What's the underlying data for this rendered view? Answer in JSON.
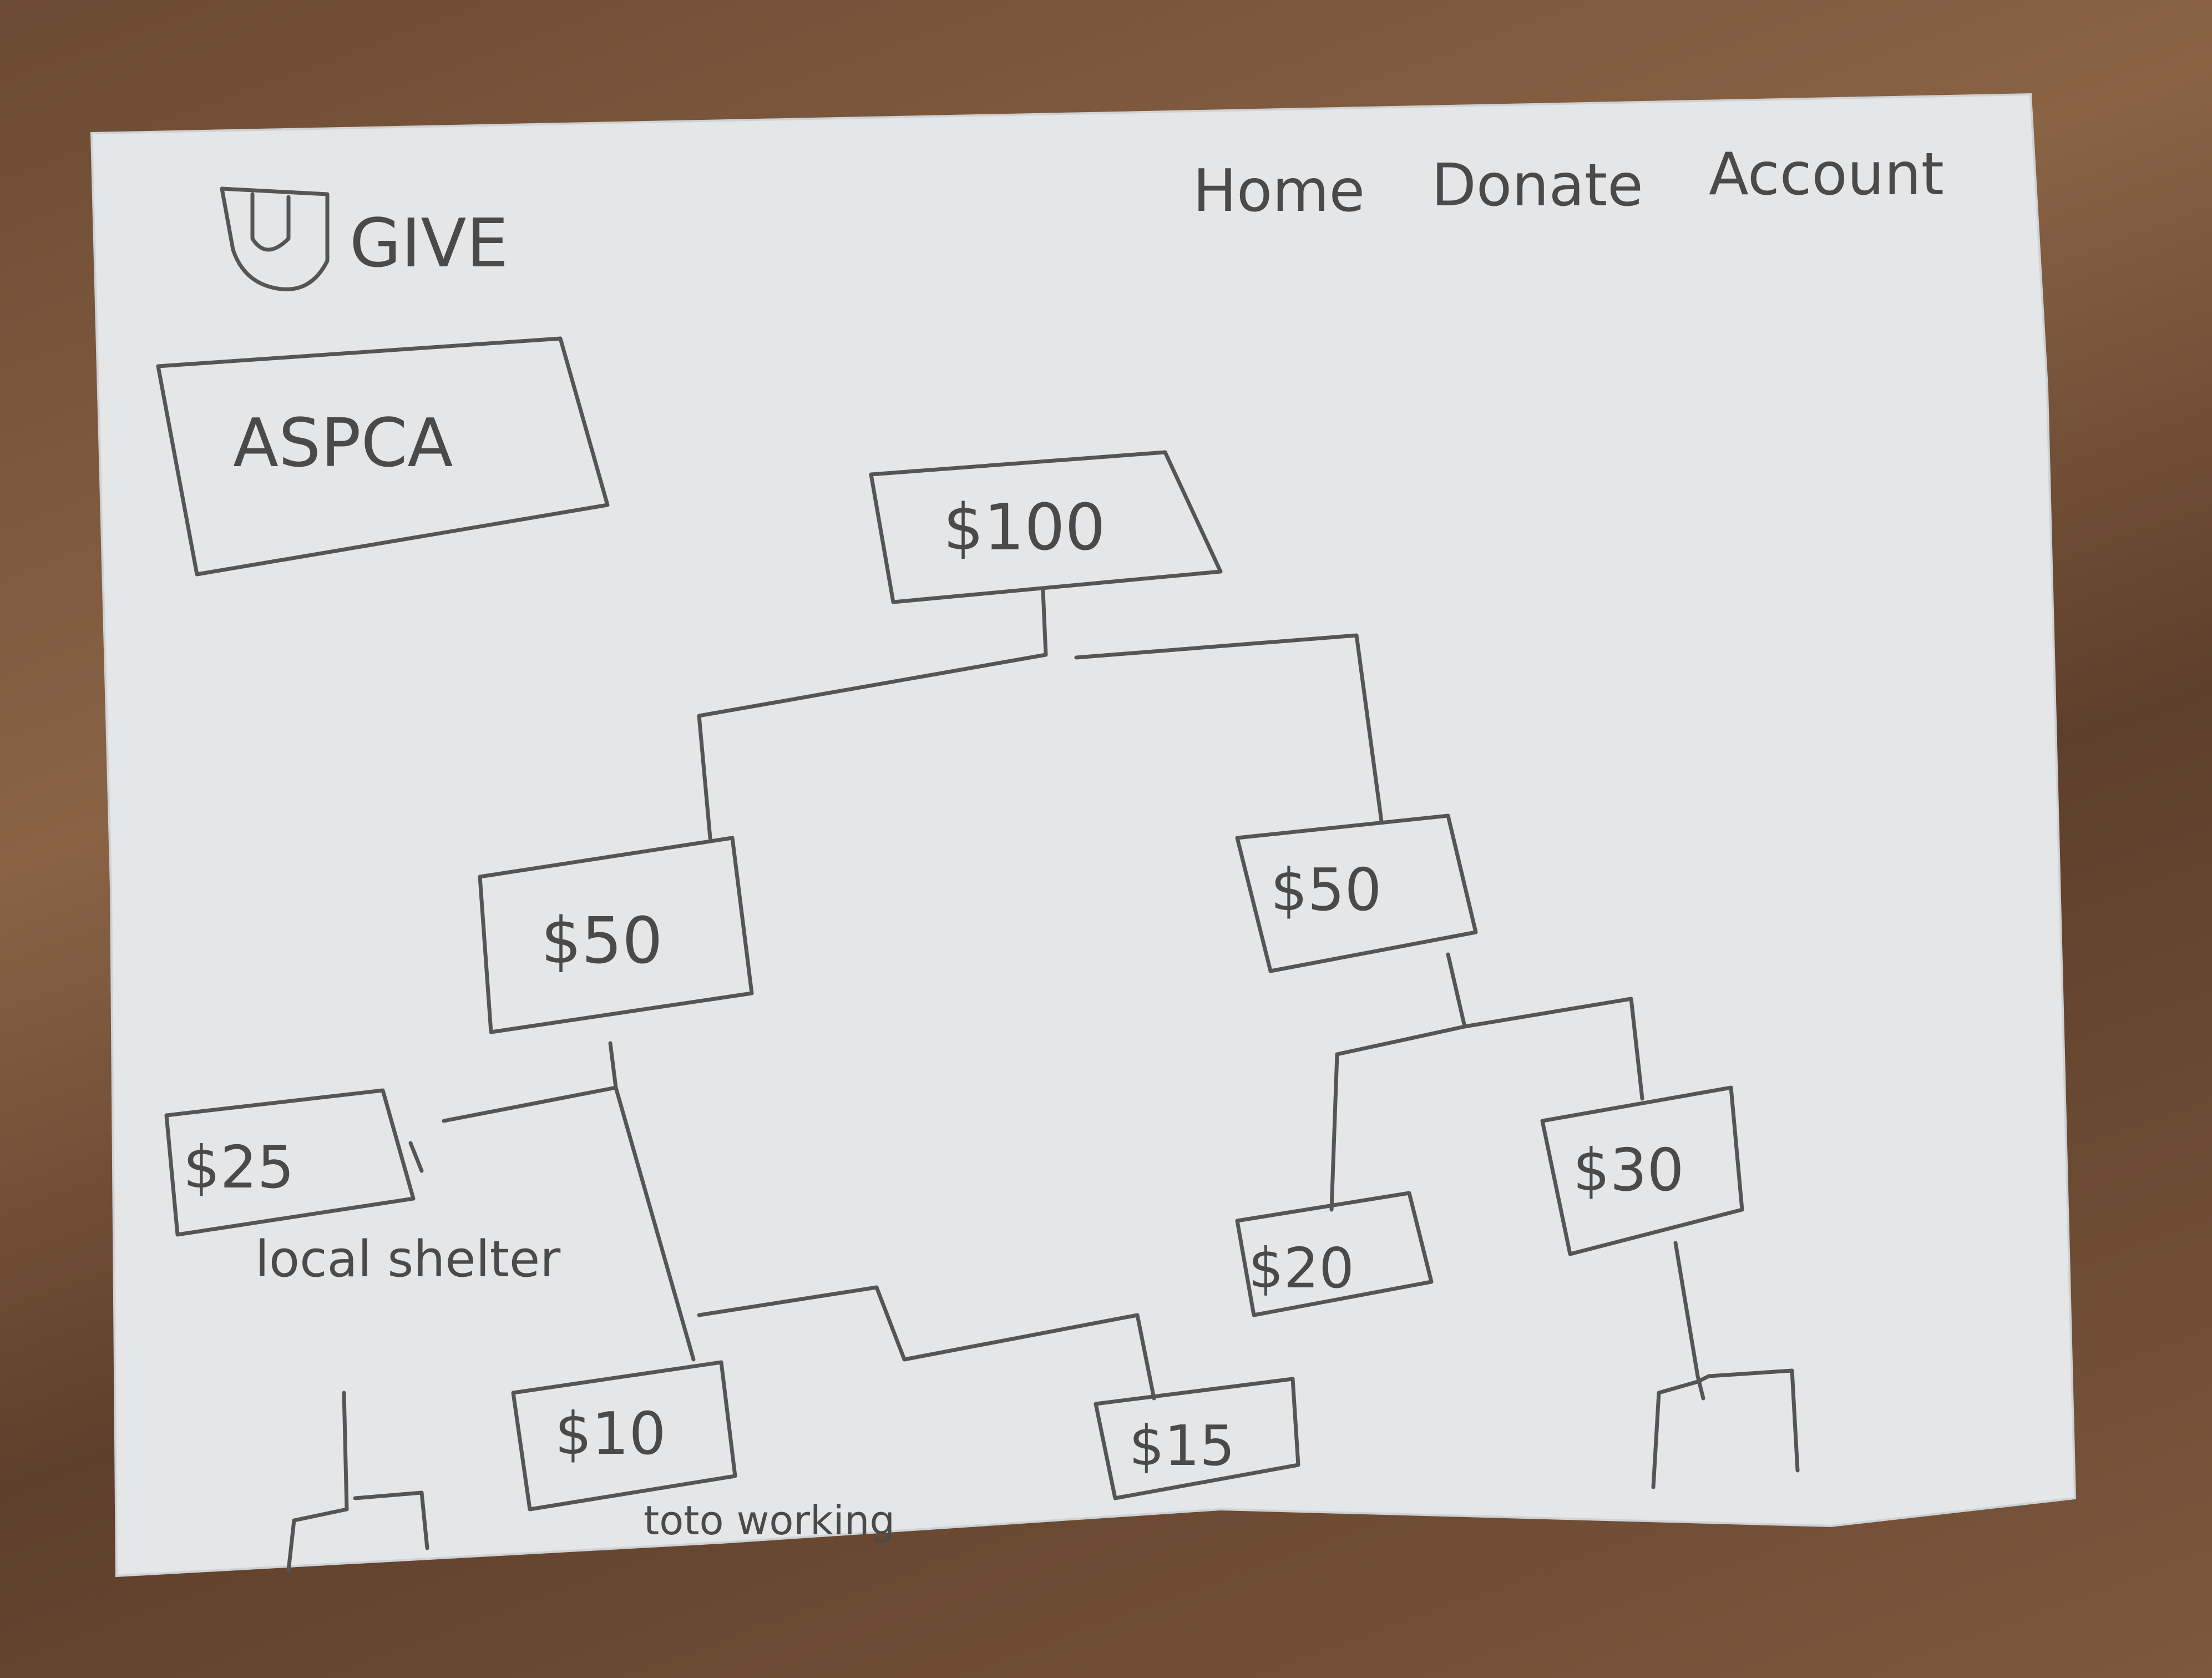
{
  "header": {
    "logo_text": "GIVE",
    "logo_icon": "u-shield-icon",
    "nav": [
      "Home",
      "Donate",
      "Account"
    ]
  },
  "org": {
    "label": "ASPCA"
  },
  "tree": {
    "root": "$100",
    "left": "$50",
    "right": "$50",
    "left_left": "$25",
    "left_left_note": "local shelter",
    "left_right": "$10",
    "left_right_note": "toto working",
    "left_right_right": "$15",
    "right_left": "$20",
    "right_right": "$30"
  },
  "colors": {
    "paper": "#e4e6e8",
    "pencil": "#555555",
    "table": "#7a553b"
  }
}
